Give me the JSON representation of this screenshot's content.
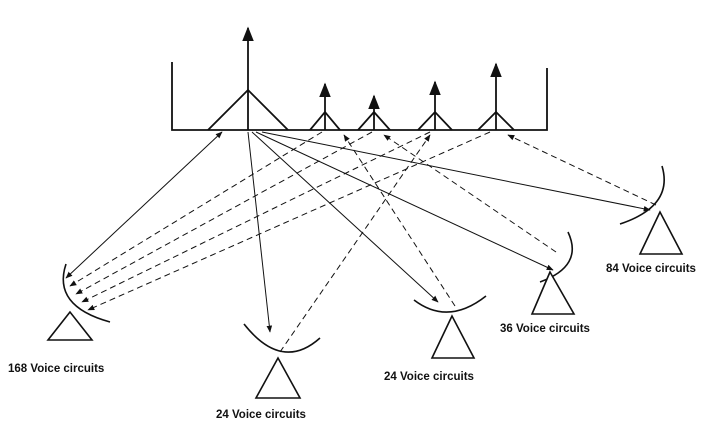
{
  "stations": [
    {
      "id": "s168",
      "label": "168 Voice circuits"
    },
    {
      "id": "s24a",
      "label": "24 Voice circuits"
    },
    {
      "id": "s24b",
      "label": "24 Voice circuits"
    },
    {
      "id": "s36",
      "label": "36 Voice circuits"
    },
    {
      "id": "s84",
      "label": "84 Voice circuits"
    }
  ],
  "colors": {
    "ink": "#111111",
    "paper": "#ffffff"
  }
}
